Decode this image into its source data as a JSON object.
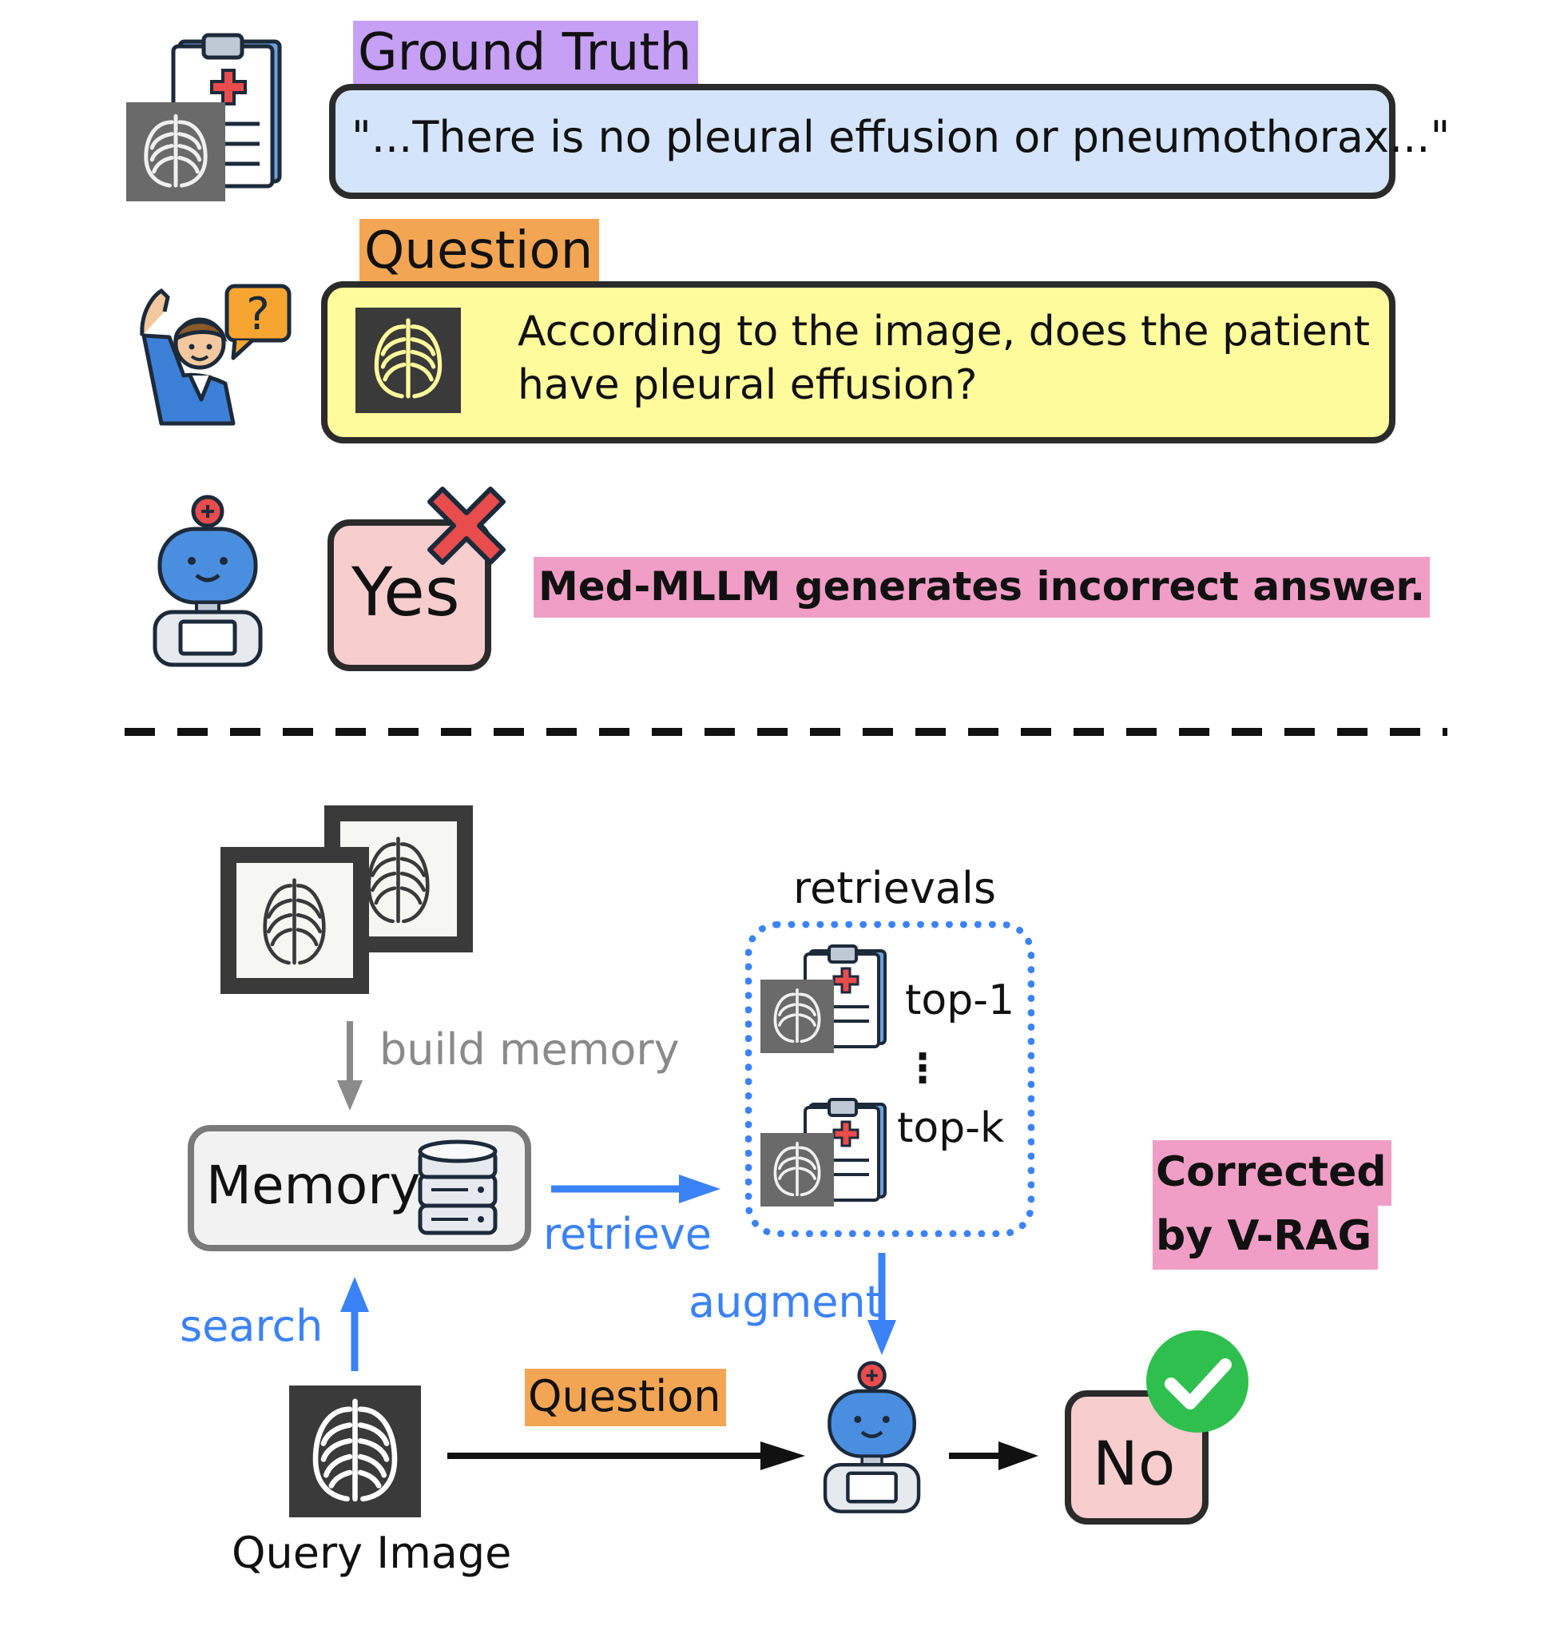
{
  "ground_truth": {
    "label": "Ground Truth",
    "text": "\"...There is no pleural effusion or pneumothorax...\"",
    "label_color": "#c5a0f5",
    "box_color": "#d4e4fb"
  },
  "question": {
    "label": "Question",
    "line1": "According to the image, does the patient",
    "line2": "have pleural effusion?",
    "label_color": "#f2a553",
    "box_color": "#fdfb9c"
  },
  "answer": {
    "value": "Yes",
    "status_icon": "red-x-icon",
    "caption": "Med-MLLM generates incorrect answer.",
    "caption_color": "#f09ec6",
    "box_color": "#f7cdcd"
  },
  "pipeline": {
    "build_memory": "build memory",
    "memory_label": "Memory",
    "retrieve": "retrieve",
    "retrievals_title": "retrievals",
    "top1": "top-1",
    "topk": "top-k",
    "ellipsis": "⋮",
    "augment": "augment",
    "search": "search",
    "question_label": "Question",
    "query_image_label": "Query Image",
    "final_answer": "No",
    "final_icon": "green-check-icon",
    "corrected_line1": "Corrected",
    "corrected_line2": "by V-RAG",
    "blue": "#3b82f6",
    "gray": "#8a8a8a"
  }
}
